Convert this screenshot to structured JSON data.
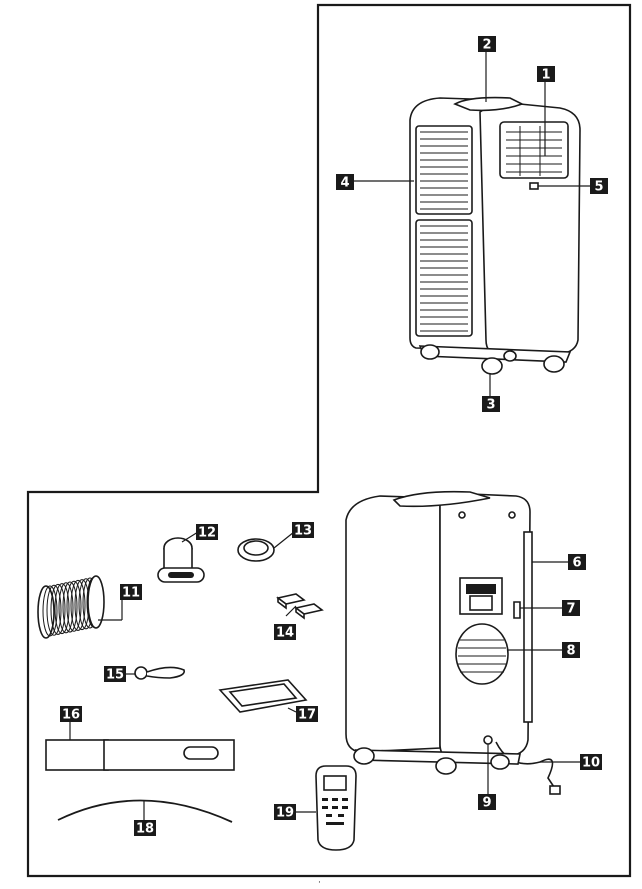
{
  "diagram": {
    "callouts": [
      {
        "id": "1",
        "label": "1",
        "part": "top-louvre"
      },
      {
        "id": "2",
        "label": "2",
        "part": "handle"
      },
      {
        "id": "3",
        "label": "3",
        "part": "caster"
      },
      {
        "id": "4",
        "label": "4",
        "part": "side-intake-grille"
      },
      {
        "id": "5",
        "label": "5",
        "part": "indicator"
      },
      {
        "id": "6",
        "label": "6",
        "part": "filter-frame"
      },
      {
        "id": "7",
        "label": "7",
        "part": "rear-hook"
      },
      {
        "id": "8",
        "label": "8",
        "part": "rear-grille"
      },
      {
        "id": "9",
        "label": "9",
        "part": "drain-outlet"
      },
      {
        "id": "10",
        "label": "10",
        "part": "power-cord"
      },
      {
        "id": "11",
        "label": "11",
        "part": "exhaust-hose"
      },
      {
        "id": "12",
        "label": "12",
        "part": "hose-adapter"
      },
      {
        "id": "13",
        "label": "13",
        "part": "connector-ring"
      },
      {
        "id": "14",
        "label": "14",
        "part": "foam-blocks"
      },
      {
        "id": "15",
        "label": "15",
        "part": "clip"
      },
      {
        "id": "16",
        "label": "16",
        "part": "window-slider"
      },
      {
        "id": "17",
        "label": "17",
        "part": "gasket"
      },
      {
        "id": "18",
        "label": "18",
        "part": "hose-strip"
      },
      {
        "id": "19",
        "label": "19",
        "part": "remote-control"
      }
    ],
    "page_number": "·"
  }
}
